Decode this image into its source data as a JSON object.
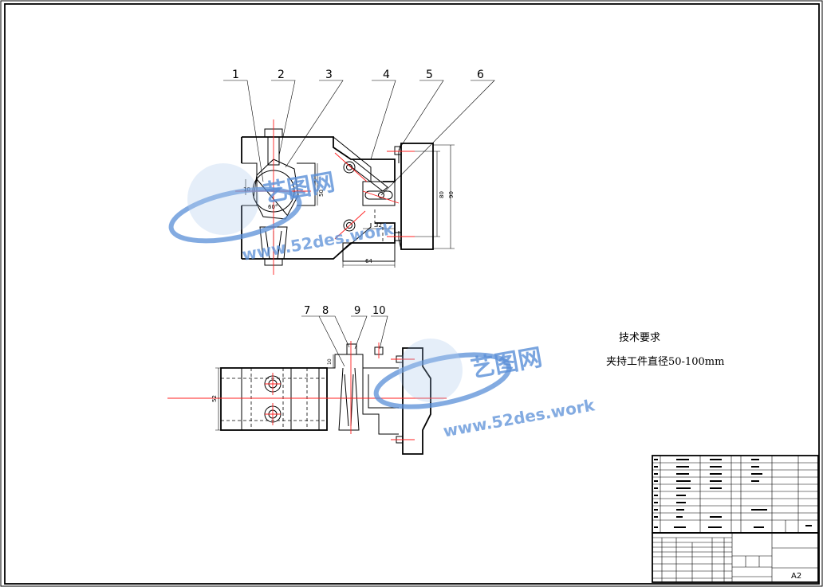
{
  "balloons": [
    "1",
    "2",
    "3",
    "4",
    "5",
    "6",
    "7",
    "8",
    "9",
    "10"
  ],
  "dimensions": {
    "front_ring": "10",
    "front_angle": "60°",
    "front_inner_height": "50",
    "front_slot": "32",
    "front_bottom": "64",
    "right_inner": "80",
    "right_outer": "90",
    "top_width": "52",
    "top_small": "10"
  },
  "technical_requirements": {
    "heading": "技术要求",
    "line1": "夹持工件直径50-100mm"
  },
  "watermark": {
    "brand": "艺图网",
    "url": "www.52des.work"
  },
  "title_block": {
    "sheet_size": "A2"
  },
  "colors": {
    "centerline": "#ff2020",
    "watermark": "#5a8fd8",
    "line": "#000000"
  }
}
